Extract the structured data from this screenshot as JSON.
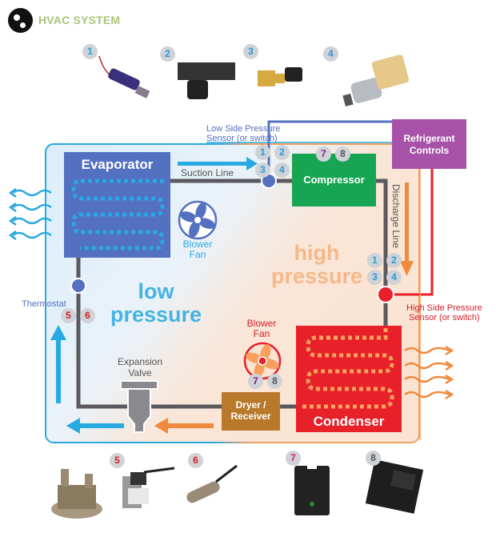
{
  "header": {
    "title": "HVAC SYSTEM",
    "logo_icon": "circle-dots-logo"
  },
  "components": {
    "evaporator": "Evaporator",
    "compressor": "Compressor",
    "condenser": "Condenser",
    "dryer_receiver": "Dryer / Receiver",
    "dryer_receiver_line1": "Dryer /",
    "dryer_receiver_line2": "Receiver",
    "refrigerant_controls_line1": "Refrigerant",
    "refrigerant_controls_line2": "Controls",
    "expansion_valve_line1": "Expansion",
    "expansion_valve_line2": "Valve"
  },
  "lines": {
    "suction": "Suction Line",
    "discharge": "Discharge Line"
  },
  "sensors": {
    "low_side_line1": "Low Side Pressure",
    "low_side_line2": "Sensor (or switch)",
    "high_side_line1": "High Side Pressure",
    "high_side_line2": "Sensor (or switch)",
    "thermostat": "Thermostat"
  },
  "fans": {
    "evaporator_fan_line1": "Blower",
    "evaporator_fan_line2": "Fan",
    "condenser_fan_line1": "Blower",
    "condenser_fan_line2": "Fan"
  },
  "zones": {
    "low_line1": "low",
    "low_line2": "pressure",
    "high_line1": "high",
    "high_line2": "pressure"
  },
  "badges": {
    "low_side": [
      "1",
      "2",
      "3",
      "4"
    ],
    "high_side": [
      "1",
      "2",
      "3",
      "4"
    ],
    "compressor": [
      "7",
      "8"
    ],
    "condenser_fan": [
      "7",
      "8"
    ],
    "thermostat": [
      "5",
      "6"
    ]
  },
  "products_top": [
    {
      "number": "1",
      "name": "pressure-switch-wired"
    },
    {
      "number": "2",
      "name": "pressure-sensor-black-connector"
    },
    {
      "number": "3",
      "name": "pressure-transducer-brass"
    },
    {
      "number": "4",
      "name": "pressure-switch-silver"
    }
  ],
  "products_bottom": [
    {
      "number": "5",
      "name": "bimetal-thermostat-disc"
    },
    {
      "number": "5",
      "name": "thermostat-bracket"
    },
    {
      "number": "6",
      "name": "temperature-probe"
    },
    {
      "number": "7",
      "name": "solid-state-relay"
    },
    {
      "number": "8",
      "name": "circuit-breaker"
    }
  ],
  "colors": {
    "evaporator": "#5470c0",
    "compressor": "#18a553",
    "condenser": "#e8202a",
    "dryer": "#b87a2a",
    "refrigerant_controls": "#a752a8",
    "low_blue": "#29a9e1",
    "high_orange": "#f08a3c",
    "pipe": "#5a5a5e",
    "title_green": "#a9c57a"
  }
}
